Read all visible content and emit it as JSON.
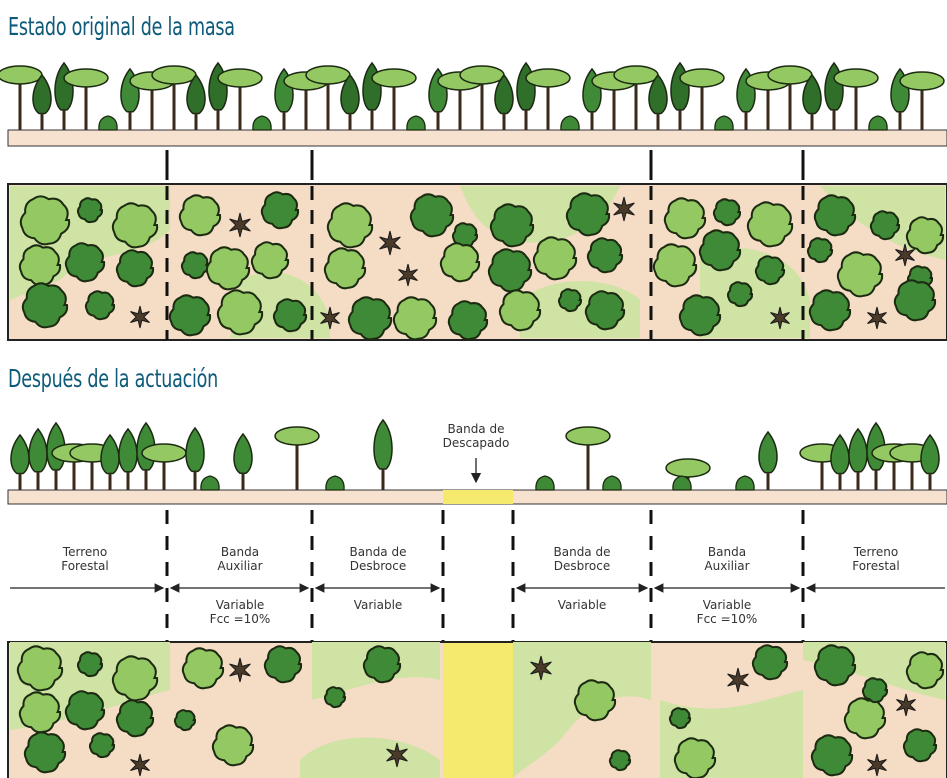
{
  "titles": {
    "original": "Estado original de la masa",
    "after": "Después de la actuación"
  },
  "descapado_label": {
    "line1": "Banda de",
    "line2": "Descapado"
  },
  "zones": [
    {
      "name_line1": "Terreno",
      "name_line2": "Forestal",
      "dim_line1": "",
      "dim_line2": ""
    },
    {
      "name_line1": "Banda",
      "name_line2": "Auxiliar",
      "dim_line1": "Variable",
      "dim_line2": "Fcc =10%"
    },
    {
      "name_line1": "Banda de",
      "name_line2": "Desbroce",
      "dim_line1": "Variable",
      "dim_line2": ""
    },
    {
      "name_line1": "Banda de",
      "name_line2": "Desbroce",
      "dim_line1": "Variable",
      "dim_line2": ""
    },
    {
      "name_line1": "Banda",
      "name_line2": "Auxiliar",
      "dim_line1": "Variable",
      "dim_line2": "Fcc =10%"
    },
    {
      "name_line1": "Terreno",
      "name_line2": "Forestal",
      "dim_line1": "",
      "dim_line2": ""
    }
  ],
  "colors": {
    "title": "#0d5a7a",
    "soil": "#f5dcc5",
    "grass": "#cfe3a4",
    "tree_light": "#93c862",
    "tree_dark": "#3f8a36",
    "outline": "#1c2a12",
    "descapado": "#f6ea6e"
  }
}
